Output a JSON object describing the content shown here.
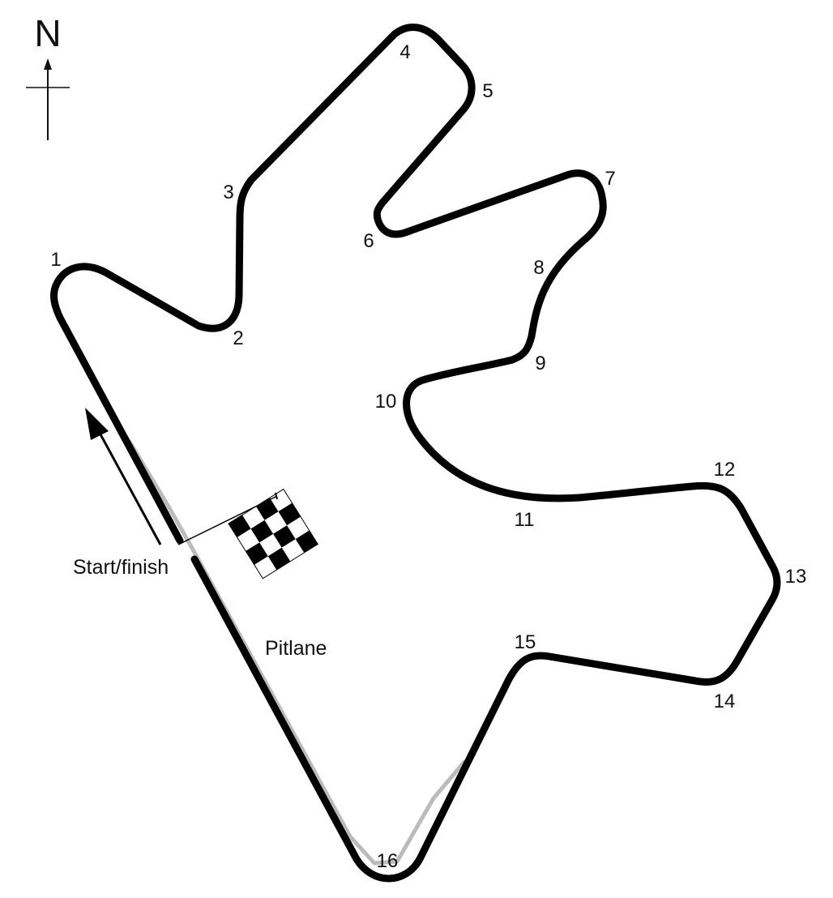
{
  "compass": {
    "north_label": "N"
  },
  "track": {
    "corners": [
      "1",
      "2",
      "3",
      "4",
      "5",
      "6",
      "7",
      "8",
      "9",
      "10",
      "11",
      "12",
      "13",
      "14",
      "15",
      "16"
    ],
    "start_finish_label": "Start/finish",
    "pitlane_label": "Pitlane",
    "direction_of_travel": "north-west along the main straight"
  },
  "colors": {
    "track": "#000000",
    "pitlane": "#bbbbbb",
    "background": "#ffffff"
  },
  "icons": [
    "north-arrow-icon",
    "checkered-flag-icon",
    "direction-arrow-icon"
  ]
}
